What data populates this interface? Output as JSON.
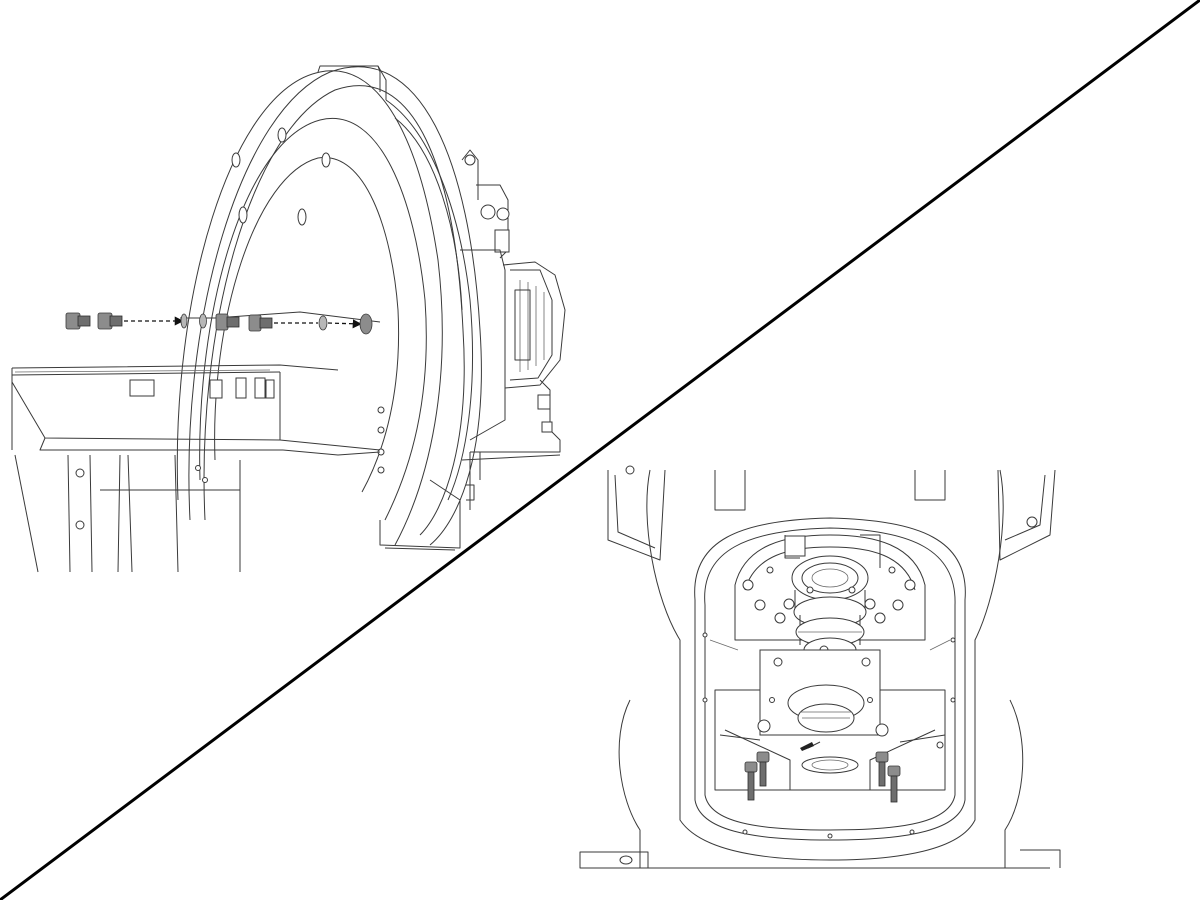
{
  "figure": {
    "panels": [
      "top-left",
      "bottom-right"
    ],
    "colors": {
      "background": "#ffffff",
      "line": "#3a3a3a",
      "divider": "#000000",
      "part_fill": "#8c8c8c",
      "part_dark": "#6e6e6e"
    },
    "top_left": {
      "subject": "wrist-flange-housing",
      "screws_shown": 4,
      "arrows_shown": 2
    },
    "bottom_right": {
      "subject": "gearbox-cavity-with-pulley",
      "screws_shown": 4,
      "arrows_shown": 1
    }
  }
}
